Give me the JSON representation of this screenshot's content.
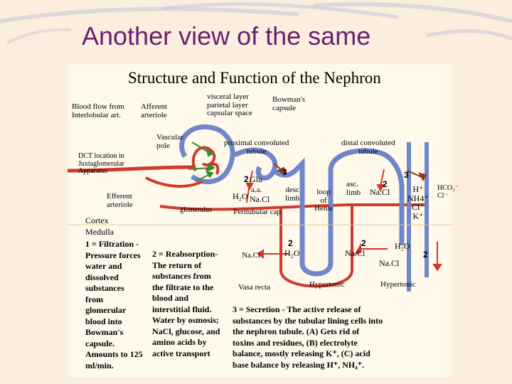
{
  "slide": {
    "title": "Another view of the same"
  },
  "figure": {
    "title": "Structure and Function of the Nephron",
    "labels": {
      "blood_flow": "Blood flow from\nInterlobular art.",
      "afferent": "Afferent\narteriole",
      "bowman_layers": "visceral layer\nparietal layer\ncapsular space",
      "bowman_capsule": "Bowman's\ncapsule",
      "vascular_pole": "Vascular\npole",
      "dct_location": "DCT location in\nJuxtaglomerular\nApparatus",
      "efferent": "Efferent\narteriole",
      "glomerulus": "glomerulus",
      "pct": "proximal convoluted\ntubule",
      "dct": "distal convoluted\ntubule",
      "glu": "Glu",
      "aa": "a.a.",
      "water_left": "H₂O",
      "nacl_pct": "Na.Cl",
      "desc_limb": "desc\nlimb",
      "loop": "loop\nof\nHenle",
      "asc_limb": "asc.\nlimb",
      "nacl_dct": "Na.Cl",
      "ions": "H⁺\nNH4⁺\nCl⁻\nK⁺",
      "hco3": "HCO₃⁻\nCl⁻",
      "peritubular": "Peritubular cap",
      "cortex": "Cortex",
      "medulla": "Medulla",
      "nacl_med": "Na.Cl",
      "water_med": "H₂O",
      "nacl_asc": "Na.Cl",
      "water_right": "H₂O",
      "nacl_right": "Na.Cl",
      "vasa_recta": "Vasa recta",
      "hypertonic_1": "Hypertonic",
      "hypertonic_2": "Hypertonic"
    },
    "numbers": {
      "n2_glu": "2",
      "n3_pct": "3",
      "n2_asc": "2",
      "n3_dct": "3",
      "n2_desc": "2",
      "n2_asc_med": "2",
      "n2_right": "2"
    },
    "notes": {
      "filtration": "1 = Filtration -\nPressure forces\nwater and\ndissolved\nsubstances\nfrom\nglomerular\nblood into\nBowman's\ncapsule.\nAmounts to 125\nml/min.",
      "reabsorption": "2 = Reabsorption-\nThe return of\nsubstances from\nthe filtrate to the\nblood and\ninterstitial fluid.\nWater by osmosis;\nNaCl, glucose, and\namino acids by\nactive transport",
      "secretion": "3 = Secretion - The active release of\nsubstances by the tubular lining cells into\nthe nephron tubule. (A) Gets rid of\ntoxins and residues, (B) electrolyte\nbalance, mostly releasing K⁺, (C) acid\nbase balance by releasing H⁺, NH₄⁺."
    },
    "colors": {
      "vessel": "#d03a2c",
      "tubule": "#6f86c8",
      "arrow_reabsorb": "#d03a2c",
      "arrow_secrete": "#8b3a1a",
      "arrow_filtration": "#2f8f2f",
      "title": "#6a1f6e"
    }
  }
}
